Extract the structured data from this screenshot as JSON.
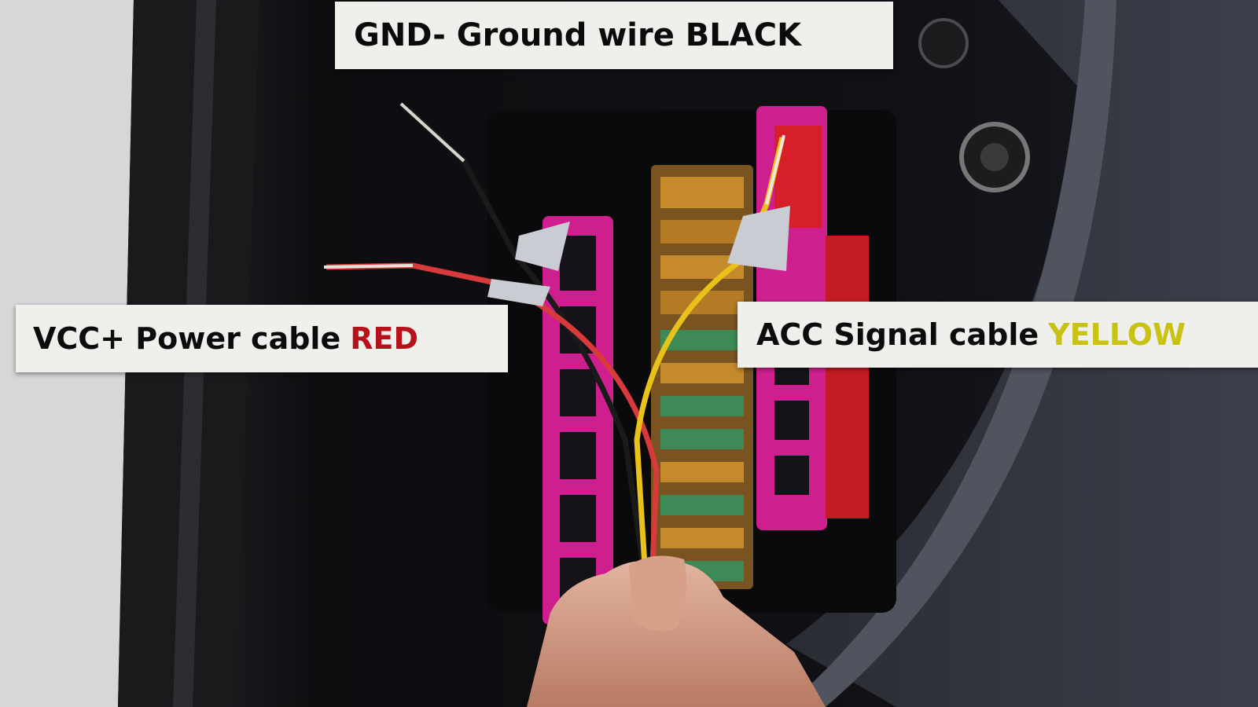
{
  "labels": {
    "gnd": {
      "text": "GND- Ground wire BLACK"
    },
    "vcc": {
      "prefix": "VCC+ Power cable",
      "color_word": "RED",
      "color": "#b5121b"
    },
    "acc": {
      "prefix": "ACC Signal cable",
      "color_word": "YELLOW",
      "color": "#c9c212"
    }
  },
  "wire_colors": {
    "ground": "#1a1a1a",
    "power": "#d63a3a",
    "acc": "#e8c21a"
  },
  "fuse_box_colors": {
    "connector": "#d0208f",
    "fuse_block": "#c58a2c",
    "relay": "#d61f2a"
  }
}
